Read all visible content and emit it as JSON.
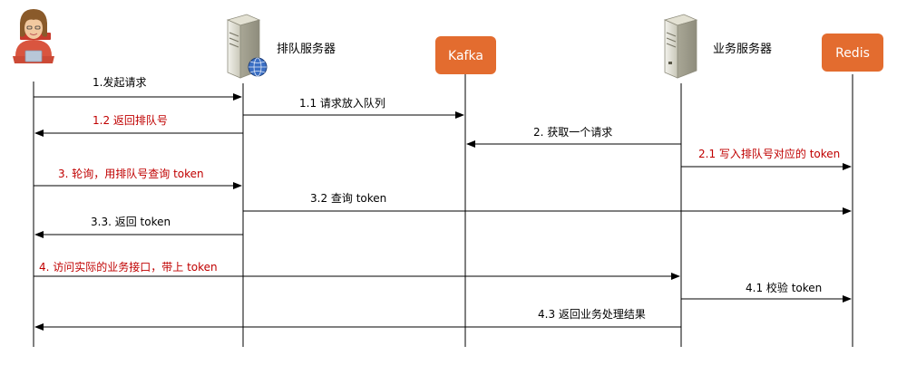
{
  "colors": {
    "line": "#000000",
    "text": "#000000",
    "highlight": "#c00000",
    "kafka_box": "#e36c2f",
    "redis_box": "#e36c2f"
  },
  "participants": {
    "user": {
      "icon": "user-avatar-icon"
    },
    "queue_server": {
      "label": "排队服务器",
      "icon": "server-icon"
    },
    "kafka": {
      "label": "Kafka"
    },
    "biz_server": {
      "label": "业务服务器",
      "icon": "server-icon"
    },
    "redis": {
      "label": "Redis"
    }
  },
  "messages": [
    {
      "text": "1.发起请求",
      "color": "text"
    },
    {
      "text": "1.1 请求放入队列",
      "color": "text"
    },
    {
      "text": "1.2 返回排队号",
      "color": "highlight"
    },
    {
      "text": "2. 获取一个请求",
      "color": "text"
    },
    {
      "text": "2.1 写入排队号对应的 token",
      "color": "highlight"
    },
    {
      "text": "3. 轮询，用排队号查询 token",
      "color": "highlight"
    },
    {
      "text": "3.2 查询 token",
      "color": "text"
    },
    {
      "text": "3.3. 返回 token",
      "color": "text"
    },
    {
      "text": "4. 访问实际的业务接口，带上 token",
      "color": "highlight"
    },
    {
      "text": "4.1 校验 token",
      "color": "text"
    },
    {
      "text": "4.3 返回业务处理结果",
      "color": "text"
    }
  ]
}
